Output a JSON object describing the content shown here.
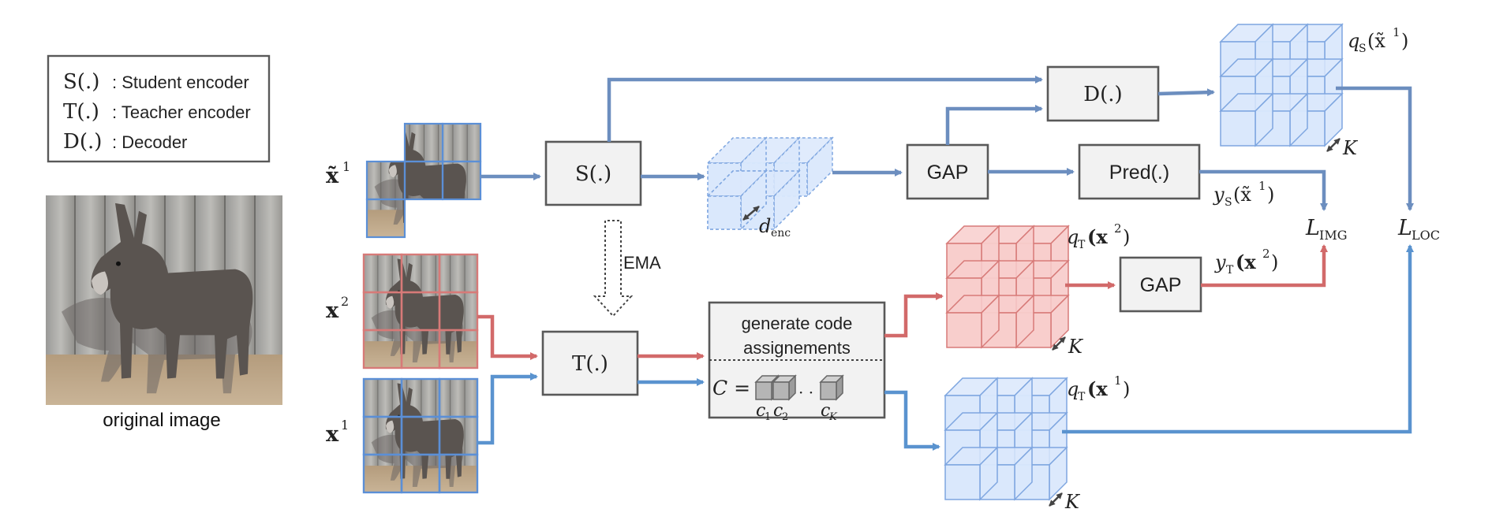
{
  "legend": {
    "items": [
      {
        "symbol": "S(.)",
        "text": ": Student encoder"
      },
      {
        "symbol": "T(.)",
        "text": ": Teacher encoder"
      },
      {
        "symbol": "D(.)",
        "text": ": Decoder"
      }
    ]
  },
  "image_caption": "original image",
  "views": {
    "x_tilde_1": "x̃",
    "x_tilde_1_sup": "1",
    "x_2": "x",
    "x_2_sup": "2",
    "x_1": "x",
    "x_1_sup": "1"
  },
  "boxes": {
    "student": "S(.)",
    "teacher": "T(.)",
    "decoder": "D(.)",
    "gap_top": "GAP",
    "gap_bottom": "GAP",
    "pred": "Pred(.)",
    "code_line1": "generate code",
    "code_line2": "assignements"
  },
  "ema_label": "EMA",
  "code_formula": {
    "lhs": "C =",
    "c1": "c",
    "c1_sub": "1",
    "c2": "c",
    "c2_sub": "2",
    "dots": "· ·",
    "cK": "c",
    "cK_sub": "K"
  },
  "dims": {
    "d_enc": "d",
    "d_enc_sub": "enc",
    "K": "K"
  },
  "outputs": {
    "qS_label": "q",
    "qS_sub": "S",
    "qS_arg": "(x̃",
    "qS_sup": "1",
    "qS_close": ")",
    "yS_label": "y",
    "yS_sub": "S",
    "yS_arg": "(x̃",
    "yS_sup": "1",
    "yS_close": ")",
    "qT2_label": "q",
    "qT2_sub": "T",
    "qT2_arg": "(x",
    "qT2_sup": "2",
    "qT2_close": ")",
    "yT_label": "y",
    "yT_sub": "T",
    "yT_arg": "(x",
    "yT_sup": "2",
    "yT_close": ")",
    "qT1_label": "q",
    "qT1_sub": "T",
    "qT1_arg": "(x",
    "qT1_sup": "1",
    "qT1_close": ")"
  },
  "losses": {
    "img": "L",
    "img_sub": "IMG",
    "loc": "L",
    "loc_sub": "LOC"
  },
  "colors": {
    "blue_arrow": "#6c8ebf",
    "blue_arrow_bright": "#5a93cf",
    "red_arrow": "#d26a6a",
    "blue_cube_fill": "#dae8fc",
    "blue_cube_stroke": "#7ea6e0",
    "red_cube_fill": "#f8cecc",
    "red_cube_stroke": "#d77a78",
    "box_fill": "#f2f2f2",
    "box_stroke": "#595959"
  }
}
